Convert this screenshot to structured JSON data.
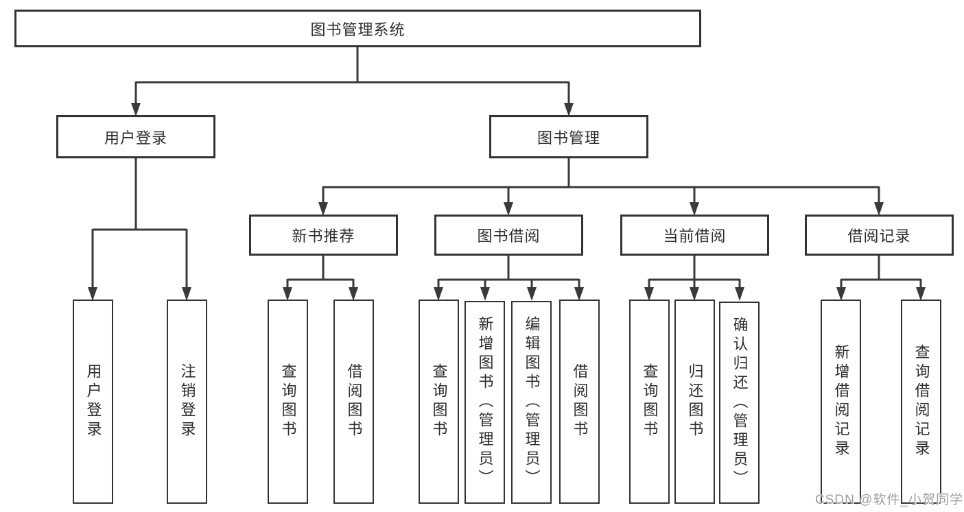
{
  "diagram": {
    "root": {
      "label": "图书管理系统"
    },
    "user_login": {
      "label": "用户登录",
      "children": [
        {
          "label": "用户登录"
        },
        {
          "label": "注销登录"
        }
      ]
    },
    "book_mgmt": {
      "label": "图书管理",
      "modules": [
        {
          "label": "新书推荐",
          "children": [
            {
              "label": "查询图书"
            },
            {
              "label": "借阅图书"
            }
          ]
        },
        {
          "label": "图书借阅",
          "children": [
            {
              "label": "查询图书"
            },
            {
              "label": "新增图书（管理员）"
            },
            {
              "label": "编辑图书（管理员）"
            },
            {
              "label": "借阅图书"
            }
          ]
        },
        {
          "label": "当前借阅",
          "children": [
            {
              "label": "查询图书"
            },
            {
              "label": "归还图书"
            },
            {
              "label": "确认归还（管理员）"
            }
          ]
        },
        {
          "label": "借阅记录",
          "children": [
            {
              "label": "新增借阅记录"
            },
            {
              "label": "查询借阅记录"
            }
          ]
        }
      ]
    },
    "watermark": "CSDN @软件_小贺同学",
    "colors": {
      "line": "#3a3a3a",
      "box_border": "#333333",
      "text": "#2e2e2e",
      "watermark": "#9e9e9e",
      "background": "#ffffff"
    }
  }
}
